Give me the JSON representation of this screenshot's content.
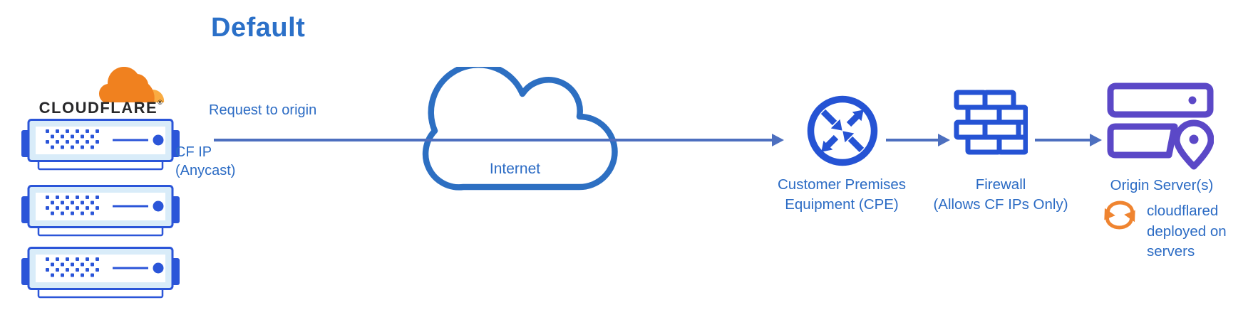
{
  "title": "Default",
  "cloudflare": {
    "wordmark": "CLOUDFLARE",
    "regmark": "®"
  },
  "main_arrow": {
    "label": "Request to origin",
    "cf_ip_line1": "CF IP",
    "cf_ip_line2": "(Anycast)"
  },
  "internet": {
    "label": "Internet"
  },
  "nodes": {
    "cpe": {
      "line1": "Customer Premises",
      "line2": "Equipment (CPE)"
    },
    "firewall": {
      "line1": "Firewall",
      "line2": "(Allows CF IPs Only)"
    },
    "origin": {
      "label": "Origin Server(s)",
      "note_line1": "cloudflared",
      "note_line2": "deployed on",
      "note_line3": "servers"
    }
  },
  "icons": {
    "cloudflare_logo": "orange cloud logo",
    "server_stack": "three blue rack servers",
    "internet_cloud": "blue outlined cloud",
    "cpe": "circle with four diagonal routing arrows",
    "firewall": "blue brick wall",
    "origin_servers": "purple rack servers with location pin",
    "cloudflared_sync": "orange circular sync arrows"
  },
  "colors": {
    "label_blue": "#2b6bc4",
    "title_blue": "#2b70c8",
    "arrow_slate_blue": "#4d6fbf",
    "icon_blue": "#2553d4",
    "server_blue": "#2b55d8",
    "cloud_outline_blue": "#2d6fc2",
    "origin_purple": "#5b48c7",
    "cf_orange": "#f0811f",
    "cf_orange_light": "#f9ab41",
    "sync_orange": "#ef8430",
    "wordmark_dark": "#28282a",
    "server_panel_light": "#d9ecf9",
    "background": "#ffffff"
  }
}
